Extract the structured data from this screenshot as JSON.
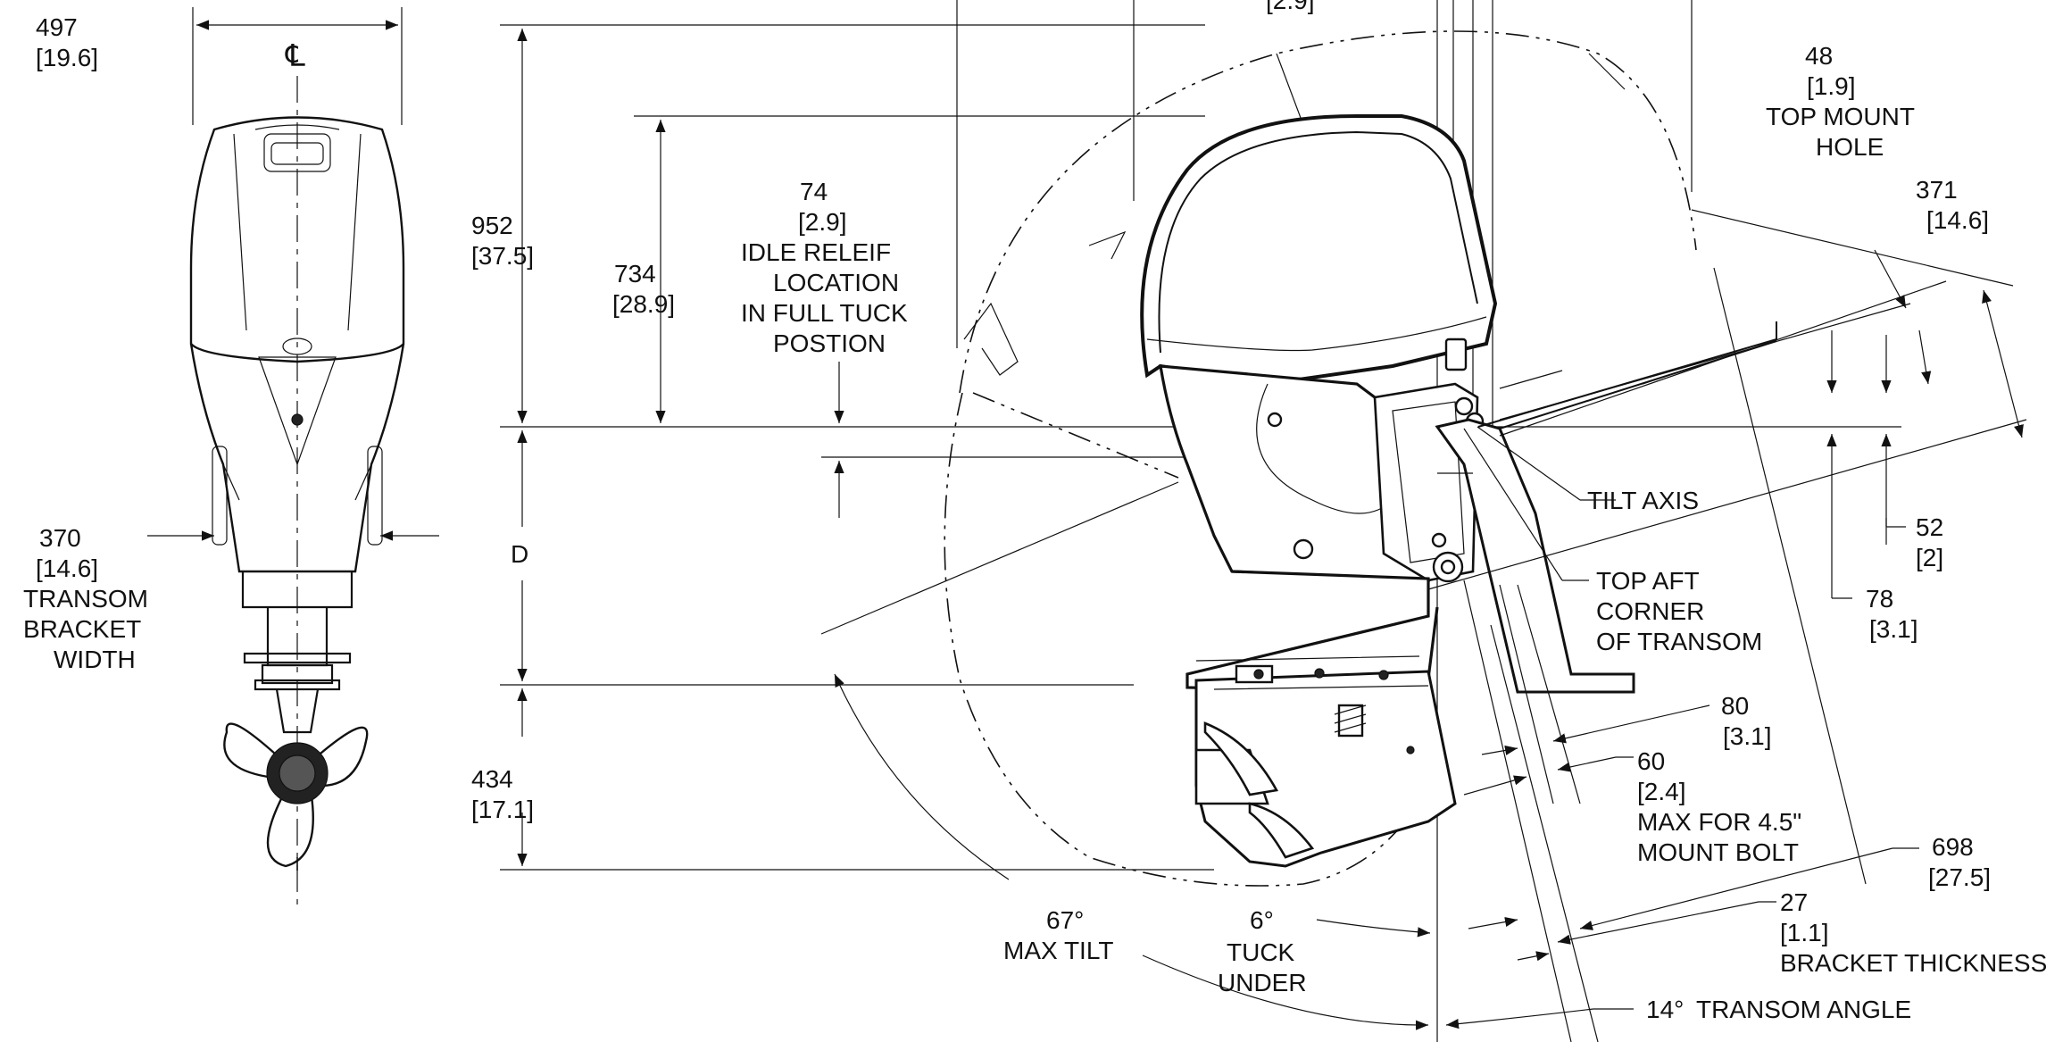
{
  "colors": {
    "ink": "#111111",
    "background": "#ffffff"
  },
  "rear_view": {
    "overall_width": {
      "value": "497",
      "inches": "[19.6]"
    },
    "centerline_symbol": "℄",
    "transom_bracket": {
      "value": "370",
      "inches": "[14.6]",
      "label_lines": [
        "TRANSOM",
        "BRACKET",
        "WIDTH"
      ]
    }
  },
  "side_view": {
    "top_value_fragment": "[2.9]",
    "height_overall": {
      "value": "952",
      "inches": "[37.5]"
    },
    "height_upper": {
      "value": "734",
      "inches": "[28.9]"
    },
    "idle_relief": {
      "value": "74",
      "inches": "[2.9]",
      "label_lines": [
        "IDLE RELEIF",
        "LOCATION",
        "IN FULL TUCK",
        "POSTION"
      ]
    },
    "d_label": "D",
    "lower_unit": {
      "value": "434",
      "inches": "[17.1]"
    },
    "top_mount_hole": {
      "value": "48",
      "inches": "[1.9]",
      "label_lines": [
        "TOP MOUNT",
        "HOLE"
      ]
    },
    "dim_371": {
      "value": "371",
      "inches": "[14.6]"
    },
    "tilt_axis": "TILT AXIS",
    "dim_52": {
      "value": "52",
      "inches": "[2]"
    },
    "top_aft_corner": {
      "label_lines": [
        "TOP AFT",
        "CORNER",
        "OF TRANSOM"
      ]
    },
    "dim_78": {
      "value": "78",
      "inches": "[3.1]"
    },
    "dim_80": {
      "value": "80",
      "inches": "[3.1]"
    },
    "mount_bolt": {
      "value": "60",
      "inches": "[2.4]",
      "label_lines": [
        "MAX FOR 4.5\"",
        "MOUNT BOLT"
      ]
    },
    "dim_698": {
      "value": "698",
      "inches": "[27.5]"
    },
    "bracket_thickness": {
      "value": "27",
      "inches": "[1.1]",
      "label": "BRACKET THICKNESS"
    },
    "max_tilt": {
      "angle": "67°",
      "label": "MAX TILT"
    },
    "tuck_under": {
      "angle": "6°",
      "label_lines": [
        "TUCK",
        "UNDER"
      ]
    },
    "transom_angle": {
      "angle": "14°",
      "label": "TRANSOM ANGLE"
    }
  }
}
